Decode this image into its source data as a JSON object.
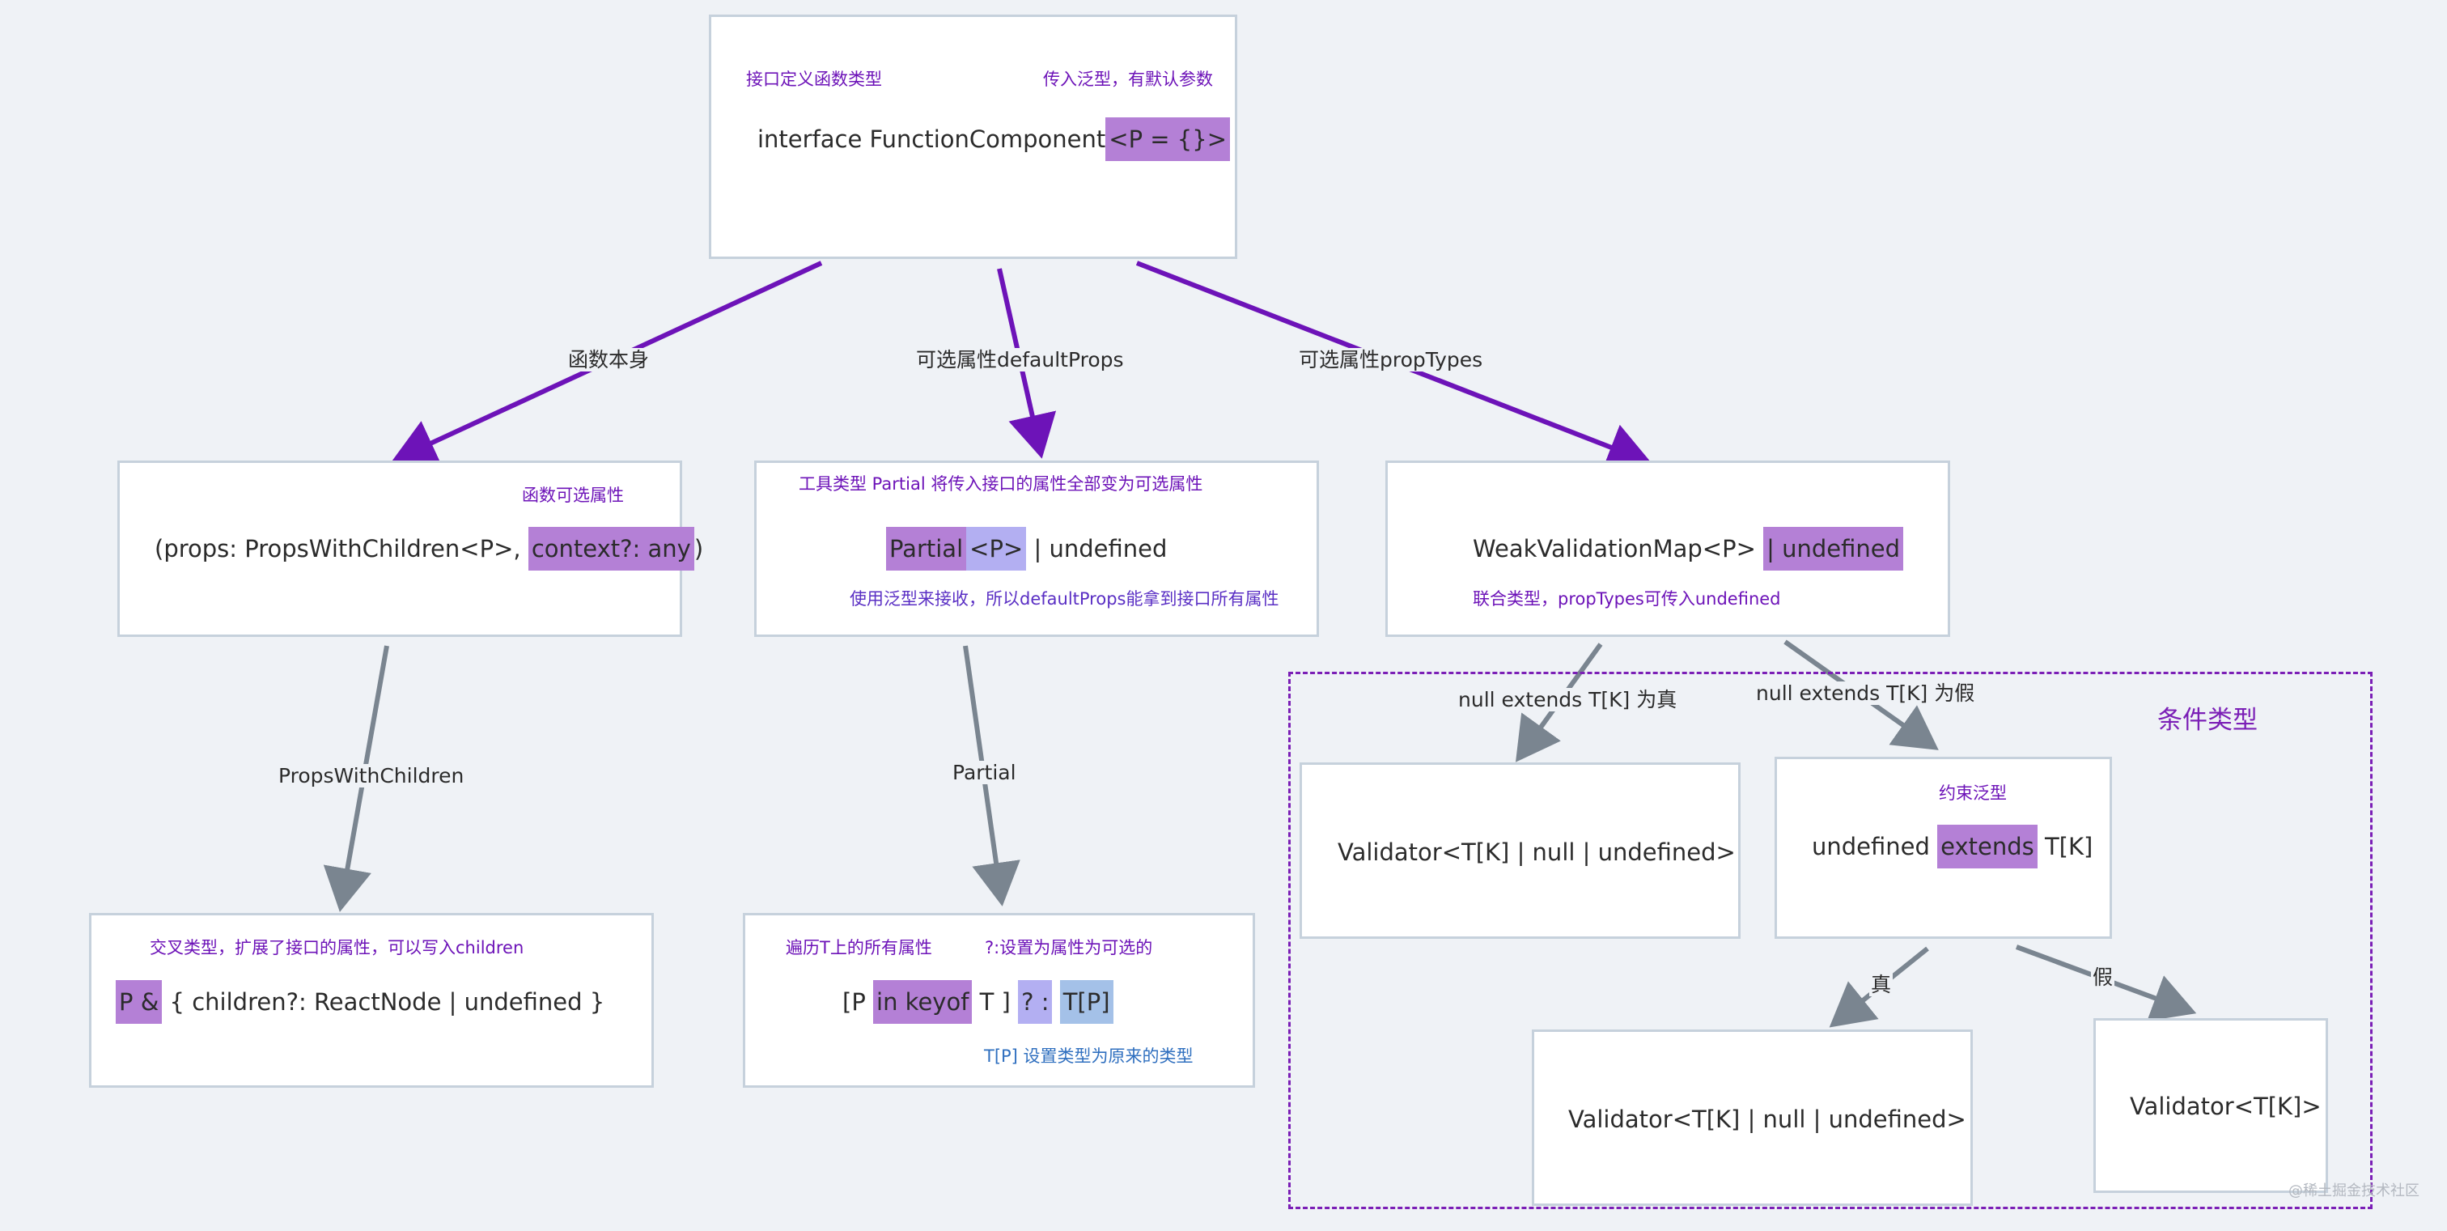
{
  "diagram": {
    "root": {
      "code_prefix": "interface FunctionComponent",
      "code_generic": "<P = {}>",
      "note_left": "接口定义函数类型",
      "note_right": "传入泛型，有默认参数"
    },
    "edges": {
      "fn_self": "函数本身",
      "default_props": "可选属性defaultProps",
      "prop_types": "可选属性propTypes",
      "props_with_children": "PropsWithChildren",
      "partial": "Partial",
      "null_true": "null extends T[K] 为真",
      "null_false": "null extends T[K] 为假",
      "true": "真",
      "false": "假"
    },
    "fn_box": {
      "note": "函数可选属性",
      "code_a": "(props: PropsWithChildren<P>, ",
      "code_b": "context?: any",
      "code_c": ")"
    },
    "default_box": {
      "note_top": "工具类型 Partial 将传入接口的属性全部变为可选属性",
      "code_a": "Partial",
      "code_b": "<P>",
      "code_c": " | undefined",
      "note_bottom": "使用泛型来接收，所以defaultProps能拿到接口所有属性"
    },
    "proptypes_box": {
      "code_a": "WeakValidationMap<P>",
      "code_b": "| undefined",
      "note": "联合类型，propTypes可传入undefined"
    },
    "children_box": {
      "note": "交叉类型，扩展了接口的属性，可以写入children",
      "code_a": "P &",
      "code_b": "{ children?: ReactNode | undefined }"
    },
    "partial_box": {
      "note_left": "遍历T上的所有属性",
      "note_right": "?:设置为属性为可选的",
      "code_open": "[P",
      "code_keyof": " in keyof",
      "code_t": "T ]",
      "code_q": "? :",
      "code_tp": "T[P]",
      "note_bottom": "T[P] 设置类型为原来的类型"
    },
    "conditional_group": {
      "title": "条件类型"
    },
    "validator_null_box": {
      "code": "Validator<T[K] | null | undefined>"
    },
    "constraint_box": {
      "note": "约束泛型",
      "code_a": "undefined ",
      "code_b": "extends",
      "code_c": " T[K]"
    },
    "validator_true_box": {
      "code": "Validator<T[K] | null | undefined>"
    },
    "validator_false_box": {
      "code": "Validator<T[K]>"
    },
    "watermark": "@稀土掘金技术社区",
    "colors": {
      "background": "#eff2f6",
      "purple_arrow": "#6d13b8",
      "grey_arrow": "#7a8590",
      "highlight_purple": "#b480d6",
      "highlight_lavender": "#b3aff2",
      "highlight_blue": "#a4c1e8"
    }
  }
}
